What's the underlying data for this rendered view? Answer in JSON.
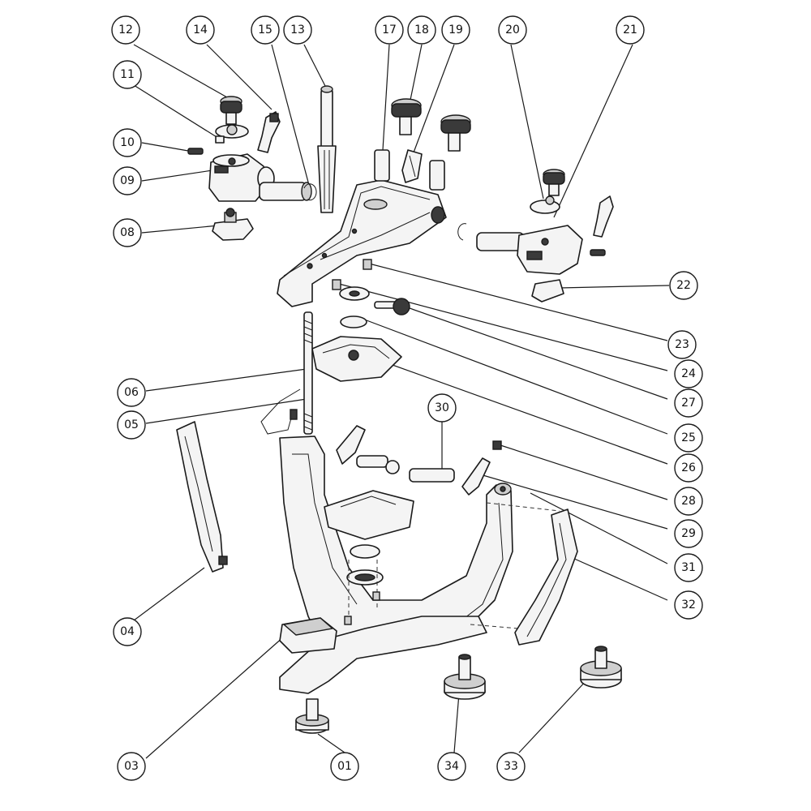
{
  "callouts": [
    {
      "id": "c12",
      "label": "12"
    },
    {
      "id": "c14",
      "label": "14"
    },
    {
      "id": "c15",
      "label": "15"
    },
    {
      "id": "c13",
      "label": "13"
    },
    {
      "id": "c17",
      "label": "17"
    },
    {
      "id": "c18",
      "label": "18"
    },
    {
      "id": "c19",
      "label": "19"
    },
    {
      "id": "c20",
      "label": "20"
    },
    {
      "id": "c21",
      "label": "21"
    },
    {
      "id": "c11",
      "label": "11"
    },
    {
      "id": "c10",
      "label": "10"
    },
    {
      "id": "c09",
      "label": "09"
    },
    {
      "id": "c08",
      "label": "08"
    },
    {
      "id": "c22",
      "label": "22"
    },
    {
      "id": "c23",
      "label": "23"
    },
    {
      "id": "c24",
      "label": "24"
    },
    {
      "id": "c27",
      "label": "27"
    },
    {
      "id": "c25",
      "label": "25"
    },
    {
      "id": "c26",
      "label": "26"
    },
    {
      "id": "c06",
      "label": "06"
    },
    {
      "id": "c05",
      "label": "05"
    },
    {
      "id": "c30",
      "label": "30"
    },
    {
      "id": "c28",
      "label": "28"
    },
    {
      "id": "c29",
      "label": "29"
    },
    {
      "id": "c31",
      "label": "31"
    },
    {
      "id": "c32",
      "label": "32"
    },
    {
      "id": "c04",
      "label": "04"
    },
    {
      "id": "c03",
      "label": "03"
    },
    {
      "id": "c01",
      "label": "01"
    },
    {
      "id": "c34",
      "label": "34"
    },
    {
      "id": "c33",
      "label": "33"
    }
  ]
}
